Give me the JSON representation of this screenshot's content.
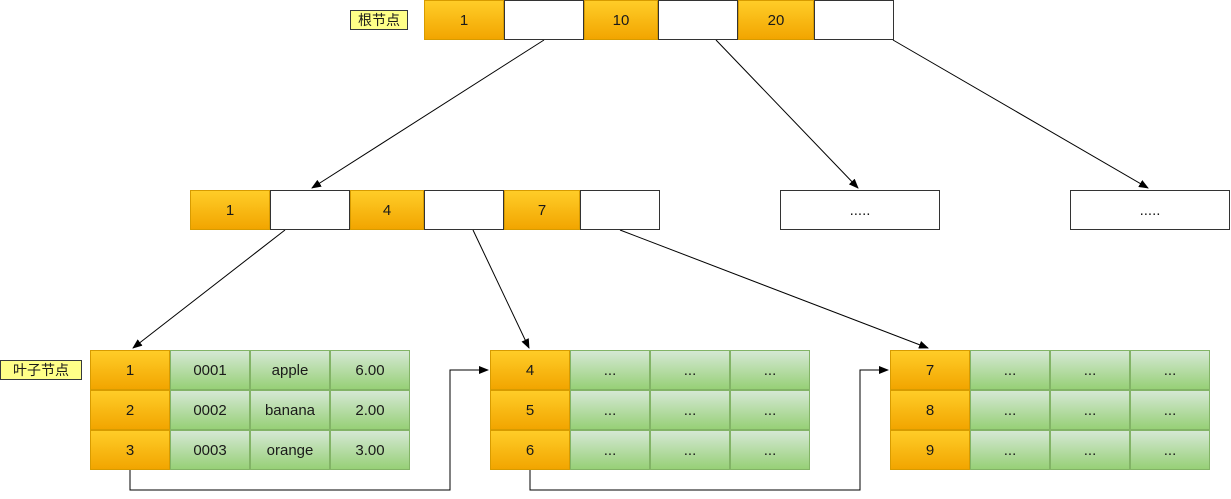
{
  "labels": {
    "root": "根节点",
    "leaf": "叶子节点"
  },
  "root": {
    "keys": [
      "1",
      "10",
      "20"
    ]
  },
  "internal": {
    "keys": [
      "1",
      "4",
      "7"
    ]
  },
  "others": [
    ".....",
    "....."
  ],
  "leaf1": [
    [
      "1",
      "0001",
      "apple",
      "6.00"
    ],
    [
      "2",
      "0002",
      "banana",
      "2.00"
    ],
    [
      "3",
      "0003",
      "orange",
      "3.00"
    ]
  ],
  "leaf2": [
    [
      "4",
      "...",
      "...",
      "..."
    ],
    [
      "5",
      "...",
      "...",
      "..."
    ],
    [
      "6",
      "...",
      "...",
      "..."
    ]
  ],
  "leaf3": [
    [
      "7",
      "...",
      "...",
      "..."
    ],
    [
      "8",
      "...",
      "...",
      "..."
    ],
    [
      "9",
      "...",
      "...",
      "..."
    ]
  ]
}
